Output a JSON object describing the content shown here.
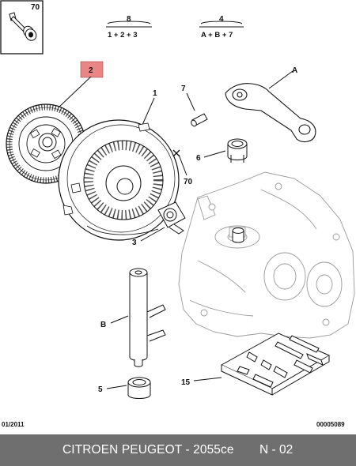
{
  "diagram": {
    "parts": [
      {
        "id": "70_top",
        "label": "70"
      },
      {
        "id": "8",
        "label": "8"
      },
      {
        "id": "4",
        "label": "4"
      },
      {
        "id": "2",
        "label": "2"
      },
      {
        "id": "1",
        "label": "1"
      },
      {
        "id": "7",
        "label": "7"
      },
      {
        "id": "A",
        "label": "A"
      },
      {
        "id": "6",
        "label": "6"
      },
      {
        "id": "70_mid",
        "label": "70"
      },
      {
        "id": "3",
        "label": "3"
      },
      {
        "id": "B",
        "label": "B"
      },
      {
        "id": "5",
        "label": "5"
      },
      {
        "id": "15",
        "label": "15"
      }
    ],
    "formulas": {
      "kit8": "1 + 2 + 3",
      "kit4": "A + B + 7"
    },
    "colors": {
      "highlight_box": "#e98585",
      "footer_bg": "#6f6f6f",
      "footer_text": "#ffffff",
      "line": "#111111"
    }
  },
  "reference": {
    "date": "01/2011",
    "code": "00005089"
  },
  "footer": {
    "title": "CITROEN PEUGEOT - 2055ce",
    "page": "N - 02"
  }
}
